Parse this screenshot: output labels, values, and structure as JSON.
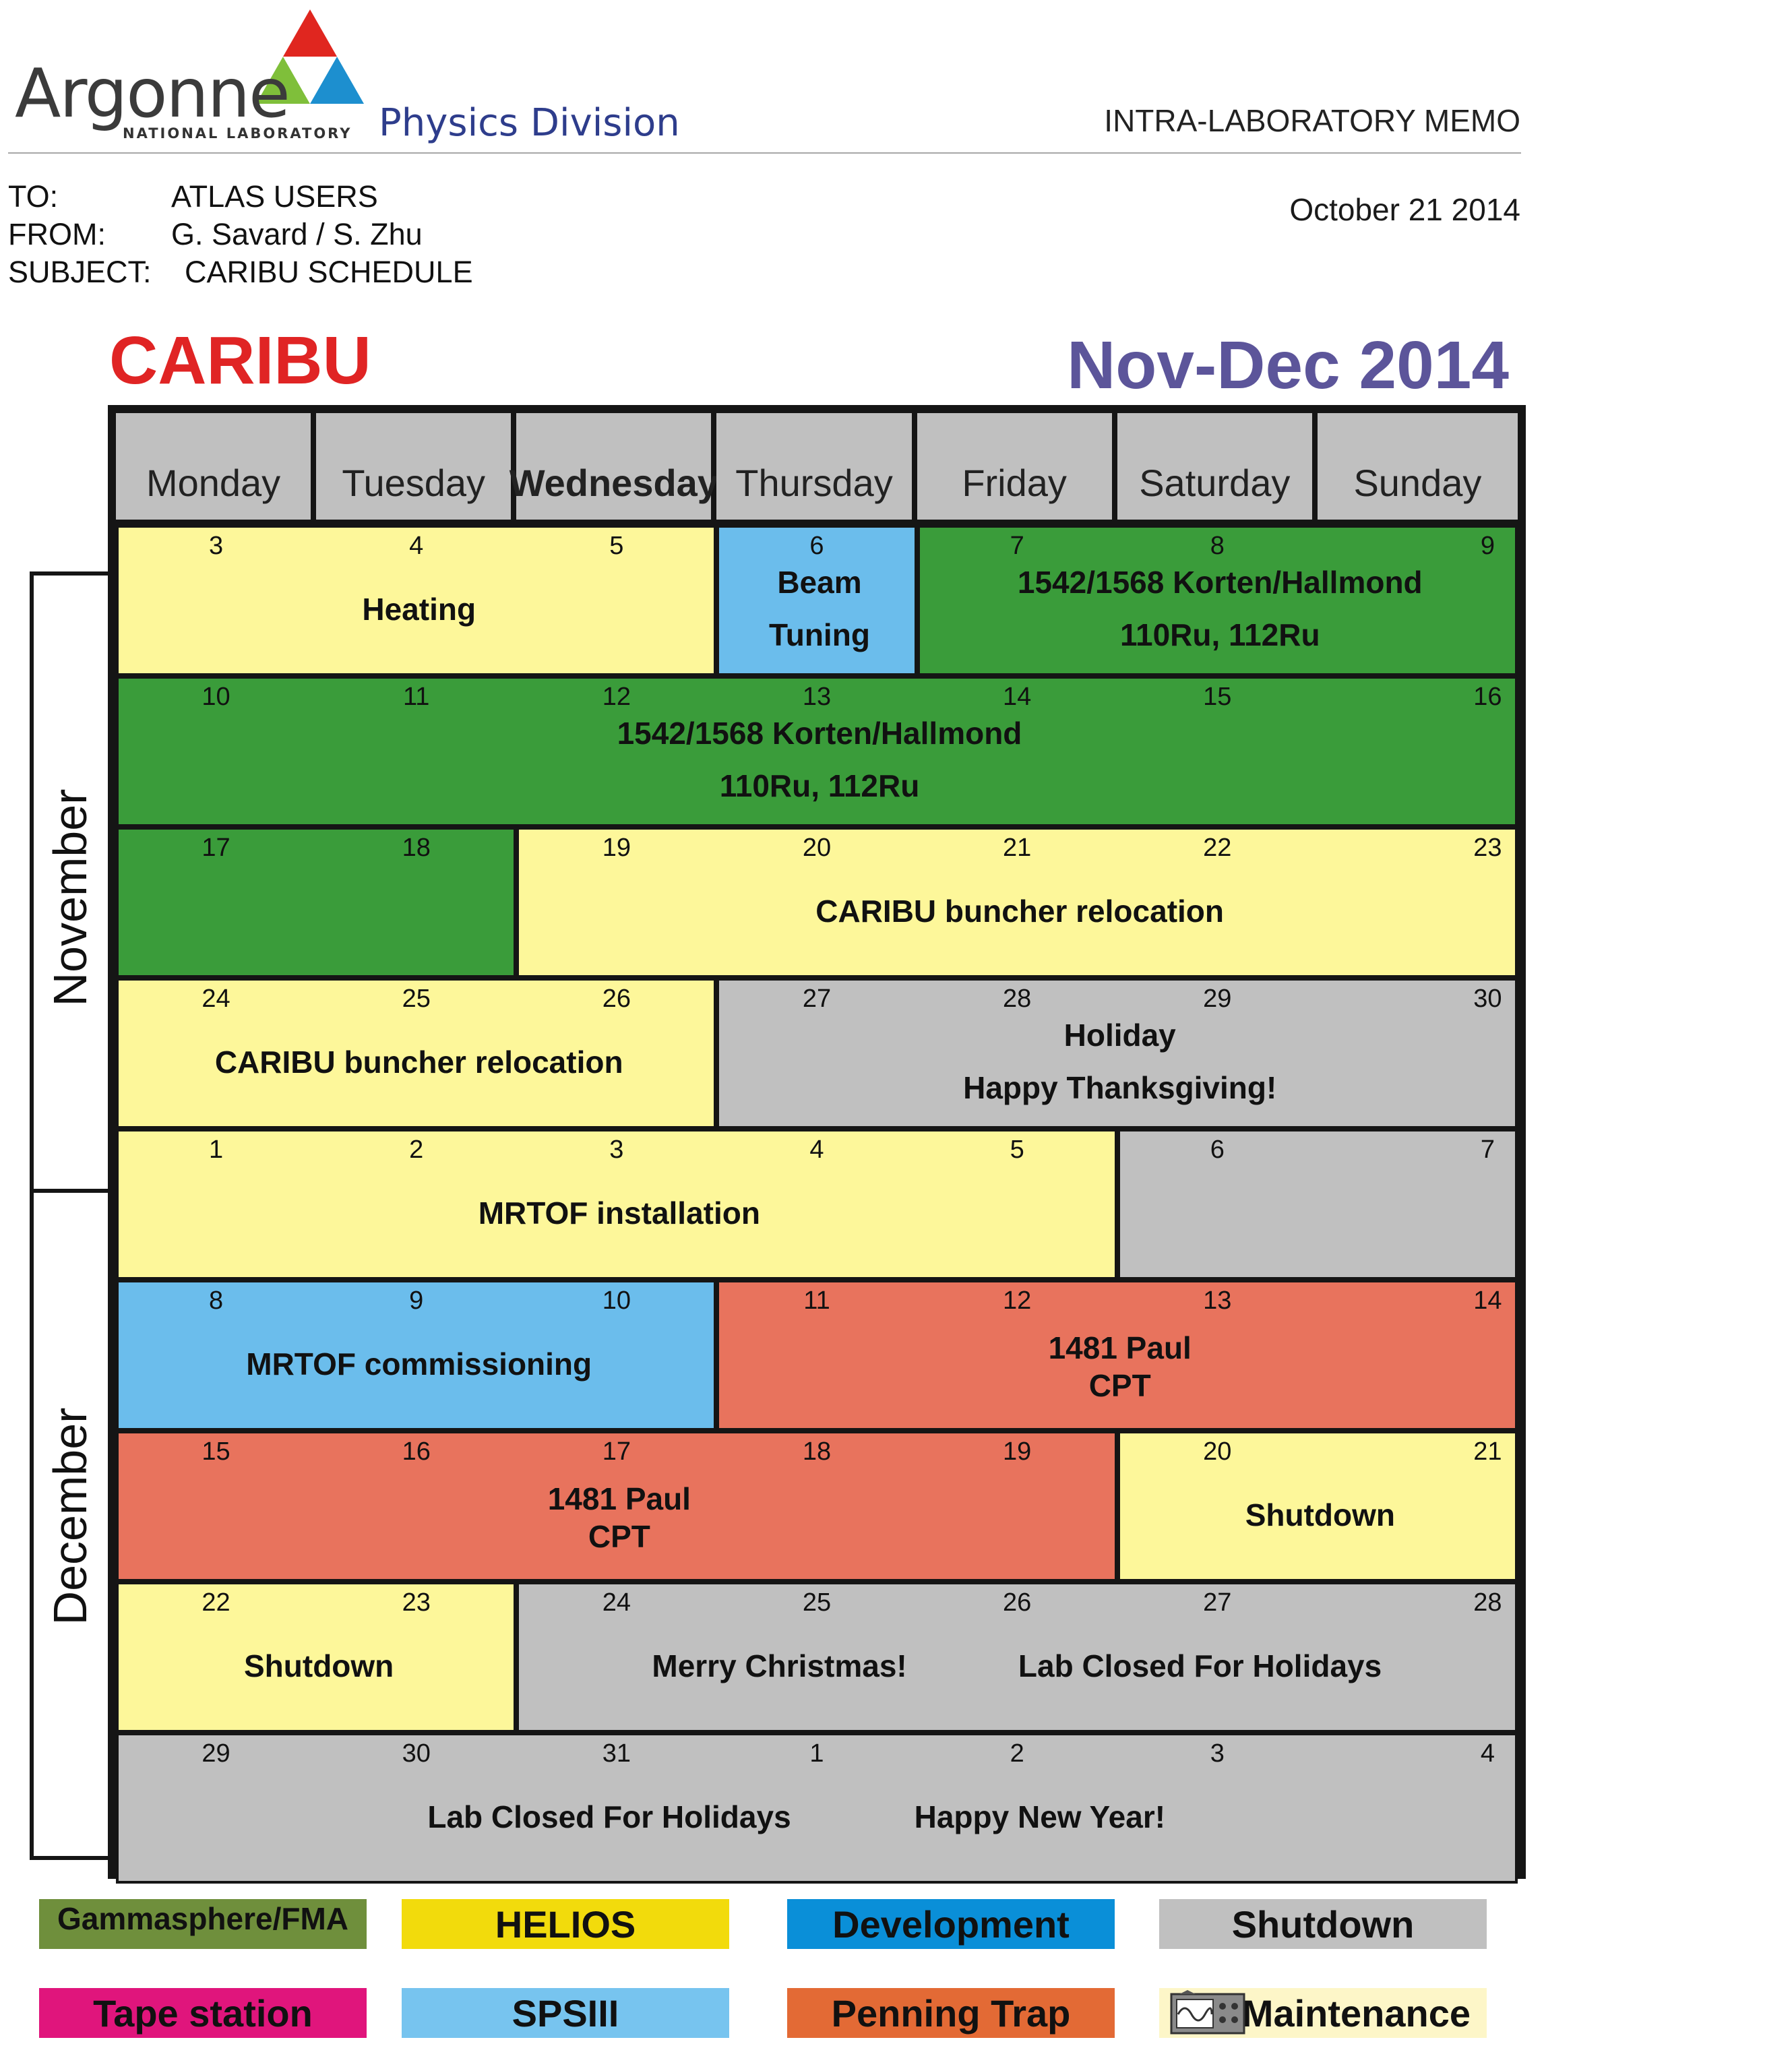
{
  "header": {
    "logo_word": "Argonne",
    "logo_sub": "NATIONAL LABORATORY",
    "division": "Physics Division",
    "memo_type": "INTRA-LABORATORY MEMO",
    "to_label": "TO:",
    "to_value": "ATLAS USERS",
    "from_label": "FROM:",
    "from_value": "G. Savard / S. Zhu",
    "subject_label": "SUBJECT:",
    "subject_value": "CARIBU SCHEDULE",
    "date": "October 21 2014"
  },
  "titles": {
    "left": "CARIBU",
    "right": "Nov-Dec 2014"
  },
  "days": [
    "Monday",
    "Tuesday",
    "Wednesday",
    "Thursday",
    "Friday",
    "Saturday",
    "Sunday"
  ],
  "months": [
    "November",
    "December"
  ],
  "colors": {
    "helios": "#fdf79a",
    "beam": "#6bbdec",
    "green": "#3a9c3a",
    "shutdown": "#c0c0c0",
    "penning": "#e8735d"
  },
  "weeks": [
    {
      "dates": [
        "3",
        "4",
        "5",
        "6",
        "7",
        "8",
        "9"
      ],
      "blocks": [
        {
          "from": 0,
          "to": 3,
          "color": "helios",
          "lines": [
            "Heating"
          ]
        },
        {
          "from": 3,
          "to": 4,
          "color": "beam",
          "lines": [
            "Beam",
            "Tuning"
          ]
        },
        {
          "from": 4,
          "to": 7,
          "color": "green",
          "lines": [
            "1542/1568  Korten/Hallmond",
            "110Ru, 112Ru"
          ]
        }
      ]
    },
    {
      "dates": [
        "10",
        "11",
        "12",
        "13",
        "14",
        "15",
        "16"
      ],
      "blocks": [
        {
          "from": 0,
          "to": 7,
          "color": "green",
          "lines": [
            "1542/1568  Korten/Hallmond",
            "110Ru, 112Ru"
          ],
          "center_cols": [
            0,
            4
          ]
        }
      ]
    },
    {
      "dates": [
        "17",
        "18",
        "19",
        "20",
        "21",
        "22",
        "23"
      ],
      "blocks": [
        {
          "from": 0,
          "to": 2,
          "color": "green",
          "lines": []
        },
        {
          "from": 2,
          "to": 7,
          "color": "helios",
          "lines": [
            "CARIBU buncher relocation"
          ]
        }
      ]
    },
    {
      "dates": [
        "24",
        "25",
        "26",
        "27",
        "28",
        "29",
        "30"
      ],
      "blocks": [
        {
          "from": 0,
          "to": 3,
          "color": "helios",
          "lines": [
            "CARIBU buncher relocation"
          ]
        },
        {
          "from": 3,
          "to": 7,
          "color": "shutdown",
          "lines": [
            "Holiday",
            "Happy Thanksgiving!"
          ]
        }
      ]
    },
    {
      "dates": [
        "1",
        "2",
        "3",
        "4",
        "5",
        "6",
        "7"
      ],
      "blocks": [
        {
          "from": 0,
          "to": 5,
          "color": "helios",
          "lines": [
            "MRTOF installation"
          ]
        },
        {
          "from": 5,
          "to": 7,
          "color": "shutdown",
          "lines": []
        }
      ]
    },
    {
      "dates": [
        "8",
        "9",
        "10",
        "11",
        "12",
        "13",
        "14"
      ],
      "blocks": [
        {
          "from": 0,
          "to": 3,
          "color": "beam",
          "lines": [
            "MRTOF commissioning"
          ]
        },
        {
          "from": 3,
          "to": 7,
          "color": "penning",
          "lines": [
            "1481 Paul",
            "CPT"
          ]
        }
      ]
    },
    {
      "dates": [
        "15",
        "16",
        "17",
        "18",
        "19",
        "20",
        "21"
      ],
      "blocks": [
        {
          "from": 0,
          "to": 5,
          "color": "penning",
          "lines": [
            "1481 Paul",
            "CPT"
          ]
        },
        {
          "from": 5,
          "to": 7,
          "color": "helios",
          "lines": [
            "Shutdown"
          ]
        }
      ]
    },
    {
      "dates": [
        "22",
        "23",
        "24",
        "25",
        "26",
        "27",
        "28"
      ],
      "blocks": [
        {
          "from": 0,
          "to": 2,
          "color": "helios",
          "lines": [
            "Shutdown"
          ]
        },
        {
          "from": 2,
          "to": 7,
          "color": "shutdown",
          "lines": [],
          "texts": [
            {
              "text": "Merry Christmas!",
              "col": 3.3
            },
            {
              "text": "Lab Closed For Holidays",
              "col": 5.4
            }
          ]
        }
      ]
    },
    {
      "dates": [
        "29",
        "30",
        "31",
        "1",
        "2",
        "3",
        "4"
      ],
      "blocks": [
        {
          "from": 0,
          "to": 7,
          "color": "shutdown",
          "lines": [],
          "texts": [
            {
              "text": "Lab Closed For Holidays",
              "col": 2.45
            },
            {
              "text": "Happy New Year!",
              "col": 4.6
            }
          ]
        }
      ]
    }
  ],
  "legend": [
    {
      "label": "Gammasphere/FMA",
      "color": "#6f8f3c"
    },
    {
      "label": "HELIOS",
      "color": "#f2db0c"
    },
    {
      "label": "Development",
      "color": "#0a8fd8"
    },
    {
      "label": "Shutdown",
      "color": "#c0c0c0"
    },
    {
      "label": "Tape station",
      "color": "#e0157c"
    },
    {
      "label": "SPSIII",
      "color": "#77c4ef"
    },
    {
      "label": "Penning Trap",
      "color": "#e36a35"
    },
    {
      "label": "Maintenance",
      "color": "#fdf6c8"
    }
  ]
}
